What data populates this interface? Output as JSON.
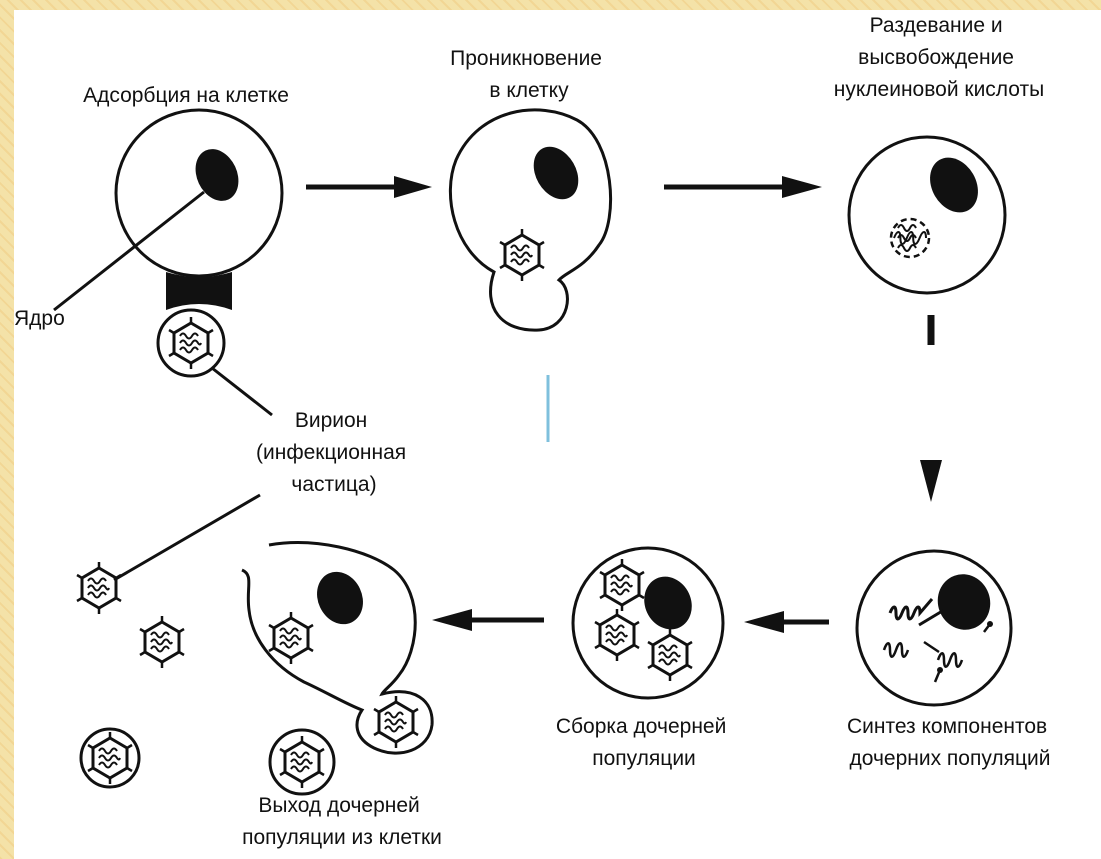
{
  "colors": {
    "ink": "#111111",
    "paper": "#ffffff",
    "slide_background": "#f4e2a8"
  },
  "diagram": {
    "stage_adsorption": "Адсорбция на клетке",
    "stage_penetration": [
      "Проникновение",
      "в клетку"
    ],
    "stage_uncoating": [
      "Раздевание и",
      "высвобождение",
      "нуклеиновой кислоты"
    ],
    "stage_synthesis": [
      "Синтез компонентов",
      "дочерних популяций"
    ],
    "stage_assembly": [
      "Сборка дочерней",
      "популяции"
    ],
    "stage_release": [
      "Выход дочерней",
      "популяции из клетки"
    ],
    "label_nucleus": "Ядро",
    "label_virion": [
      "Вирион",
      "(инфекционная",
      "частица)"
    ]
  }
}
